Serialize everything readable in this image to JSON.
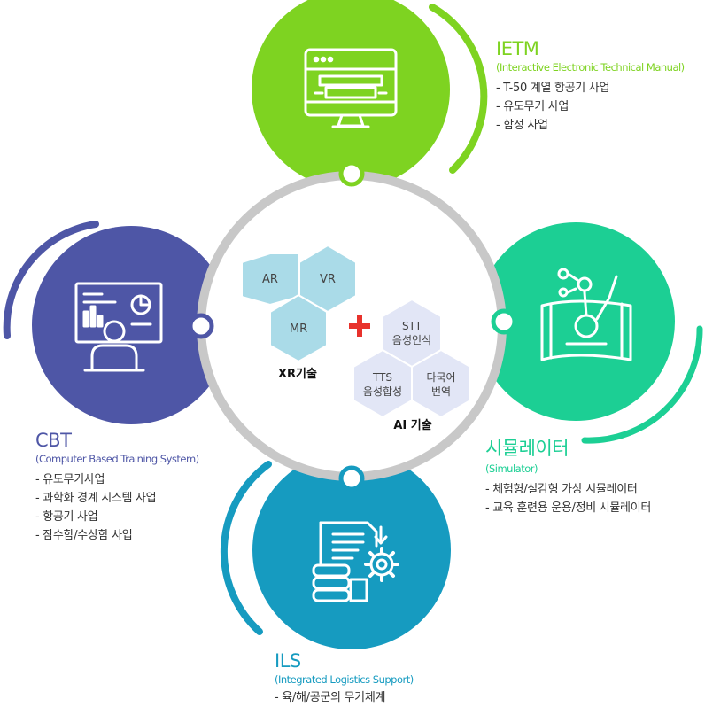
{
  "ietm": {
    "title": "IETM",
    "subtitle": "(Interactive Electronic Technical Manual)",
    "items": [
      "- T-50 계열 항공기 사업",
      "- 유도무기 사업",
      "- 함정 사업"
    ],
    "color": "#7ed321"
  },
  "cbt": {
    "title": "CBT",
    "subtitle": "(Computer Based Training System)",
    "items": [
      "- 유도무기사업",
      "- 과학화 경계 시스템 사업",
      "- 항공기 사업",
      "- 잠수함/수상함 사업"
    ],
    "color": "#4e56a6"
  },
  "simulator": {
    "title": "시뮬레이터",
    "subtitle": "(Simulator)",
    "items": [
      "- 체험형/실감형 가상 시뮬레이터",
      "- 교육 훈련용 운용/정비 시뮬레이터"
    ],
    "color": "#1ccf94"
  },
  "ils": {
    "title": "ILS",
    "subtitle": "(Integrated Logistics Support)",
    "items": [
      "- 육/해/공군의 무기체계"
    ],
    "color": "#169bc0"
  },
  "xr": {
    "group_label": "XR기술",
    "hex": [
      "AR",
      "VR",
      "MR"
    ],
    "color": "#aadbe8"
  },
  "ai": {
    "group_label": "AI 기술",
    "hex": [
      [
        "STT",
        "음성인식"
      ],
      [
        "TTS",
        "음성합성"
      ],
      [
        "다국어",
        "번역"
      ]
    ],
    "color": "#e2e6f6"
  },
  "plus_color": "#e8322c",
  "ring_color": "#c8c8c8"
}
